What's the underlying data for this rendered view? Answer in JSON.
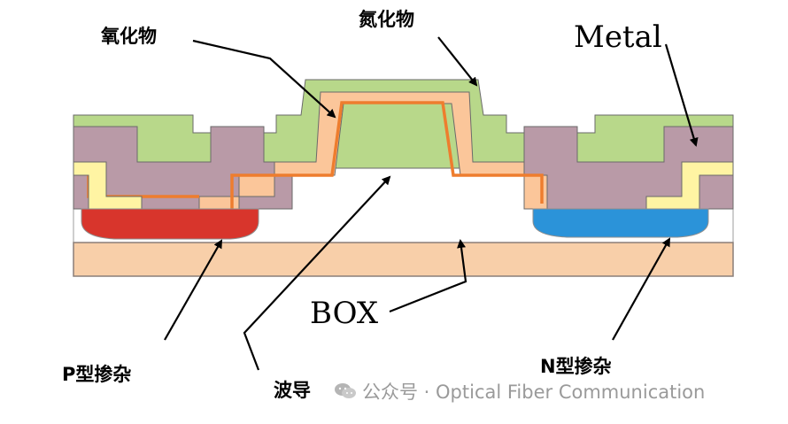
{
  "labels": {
    "oxide": "氧化物",
    "nitride": "氮化物",
    "metal": "Metal",
    "box": "BOX",
    "p_doping": "P型掺杂",
    "waveguide": "波导",
    "n_doping": "N型掺杂"
  },
  "watermark": {
    "text": "公众号 · Optical Fiber Communication",
    "icon": "wechat-icon"
  },
  "colors": {
    "background": "#ffffff",
    "box_layer": "#f8cfa9",
    "box_outline": "#8a7f79",
    "nitride": "#b8d88a",
    "oxide": "#fbc69a",
    "waveguide_edge": "#ee7d2e",
    "metal": "#b99aa7",
    "contact_yellow": "#fff4a3",
    "p_doping": "#d8352c",
    "n_doping": "#2b93d9",
    "outline": "#555555",
    "arrow": "#000000",
    "watermark": "#9a9a9a"
  }
}
